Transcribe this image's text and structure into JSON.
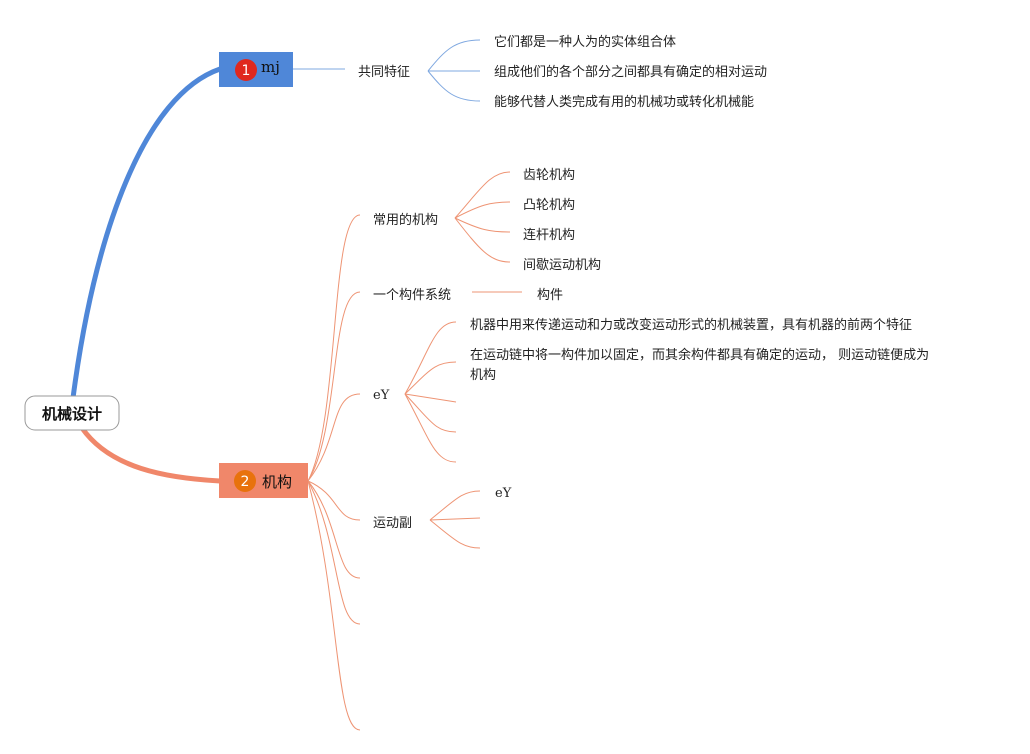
{
  "root": {
    "label": "机械设计"
  },
  "colors": {
    "branch1": "#4f87d8",
    "branch2": "#f0876a",
    "badge1": "#e0281e",
    "badge2": "#e8720c",
    "line1": "#7fa8e0",
    "line2": "#ee9474"
  },
  "branch1": {
    "number": "1",
    "label": "mj",
    "child": {
      "label": "共同特征",
      "items": [
        "它们都是一种人为的实体组合体",
        "组成他们的各个部分之间都具有确定的相对运动",
        "能够代替人类完成有用的机械功或转化机械能"
      ]
    }
  },
  "branch2": {
    "number": "2",
    "label": "机构",
    "common": {
      "label": "常用的机构",
      "items": [
        "齿轮机构",
        "凸轮机构",
        "连杆机构",
        "间歇运动机构"
      ]
    },
    "system": {
      "label": "一个构件系统",
      "item": "构件"
    },
    "ey": {
      "label": "eY",
      "item1": "机器中用来传递运动和力或改变运动形式的机械装置，具有机器的前两个特征",
      "item2_line1": "在运动链中将一构件加以固定，而其余构件都具有确定的运动， 则运动链便成为",
      "item2_line2": "机构"
    },
    "pair": {
      "label": "运动副",
      "item": "eY"
    }
  }
}
